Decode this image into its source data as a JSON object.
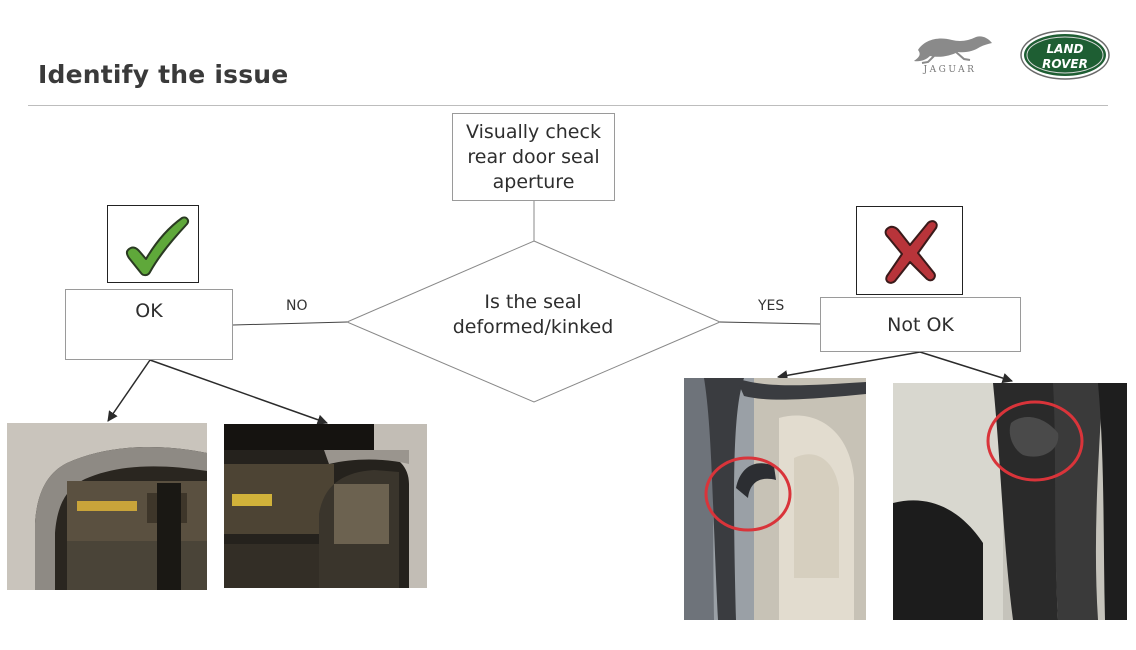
{
  "slide": {
    "title": "Identify the issue"
  },
  "logos": {
    "jaguar": "JAGUAR",
    "land_rover_line1": "LAND",
    "land_rover_line2": "ROVER"
  },
  "flowchart": {
    "start": "Visually check rear door seal aperture",
    "decision": "Is the seal deformed/kinked",
    "no_label": "NO",
    "yes_label": "YES",
    "ok_outcome": "OK",
    "not_ok_outcome": "Not OK"
  },
  "icons": {
    "ok": "check-mark-icon",
    "not_ok": "cross-mark-icon"
  },
  "colors": {
    "check_green": "#5fa83a",
    "cross_red": "#b8343a",
    "highlight_circle": "#d9343a",
    "land_rover_green": "#1e5e33"
  }
}
